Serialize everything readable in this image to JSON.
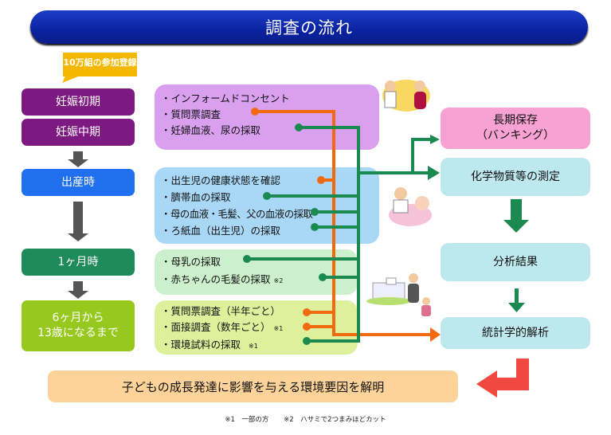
{
  "title": "調査の流れ",
  "callout": "10万組の参加登録",
  "stages": [
    {
      "id": "early",
      "label": "妊娠初期",
      "color": "#7d1a82"
    },
    {
      "id": "mid",
      "label": "妊娠中期",
      "color": "#7d1a82"
    },
    {
      "id": "birth",
      "label": "出産時",
      "color": "#1f6fef"
    },
    {
      "id": "month1",
      "label": "1ヶ月時",
      "color": "#1f8a5a"
    },
    {
      "id": "month6",
      "label": "6ヶ月から\n13歳になるまで",
      "line1": "6ヶ月から",
      "line2": "13歳になるまで",
      "color": "#96c81e"
    }
  ],
  "activities": {
    "pregnancy": [
      {
        "text": "・インフォームドコンセント",
        "connector": "none"
      },
      {
        "text": "・質問票調査",
        "connector": "orange"
      },
      {
        "text": "・妊婦血液、尿の採取",
        "connector": "green"
      }
    ],
    "birth": [
      {
        "text": "・出生児の健康状態を確認",
        "connector": "orange"
      },
      {
        "text": "・臍帯血の採取",
        "connector": "green"
      },
      {
        "text": "・母の血液・毛髪、父の血液の採取",
        "connector": "green"
      },
      {
        "text": "・ろ紙血（出生児）の採取",
        "connector": "green"
      }
    ],
    "month1": [
      {
        "text": "・母乳の採取",
        "note": "",
        "connector": "green"
      },
      {
        "text": "・赤ちゃんの毛髪の採取",
        "note": "※2",
        "connector": "green"
      }
    ],
    "later": [
      {
        "text": "・質問票調査（半年ごと）",
        "note": "",
        "connector": "orange"
      },
      {
        "text": "・面接調査（数年ごと）",
        "note": "※1",
        "connector": "orange"
      },
      {
        "text": "・環境試料の採取",
        "note": "※1",
        "connector": "green"
      }
    ]
  },
  "results": {
    "banking_line1": "長期保存",
    "banking_line2": "（バンキング）",
    "chemical": "化学物質等の測定",
    "analysis": "分析結果",
    "statistics": "統計学的解析"
  },
  "conclusion": "子どもの成長発達に影響を与える環境要因を解明",
  "footnotes": [
    "※1　一部の方",
    "※2　ハサミで2つまみほどカット"
  ],
  "colors": {
    "title_bar": "#0a22a0",
    "callout": "#f4b800",
    "orange_line": "#f26a10",
    "green_line": "#1a8a50",
    "red_arrow": "#f04a40",
    "gray_arrow": "#555555"
  },
  "illustrations": [
    "doctor-consulting-pregnant-woman",
    "doctor-examining-baby",
    "mother-child-at-hospital"
  ]
}
